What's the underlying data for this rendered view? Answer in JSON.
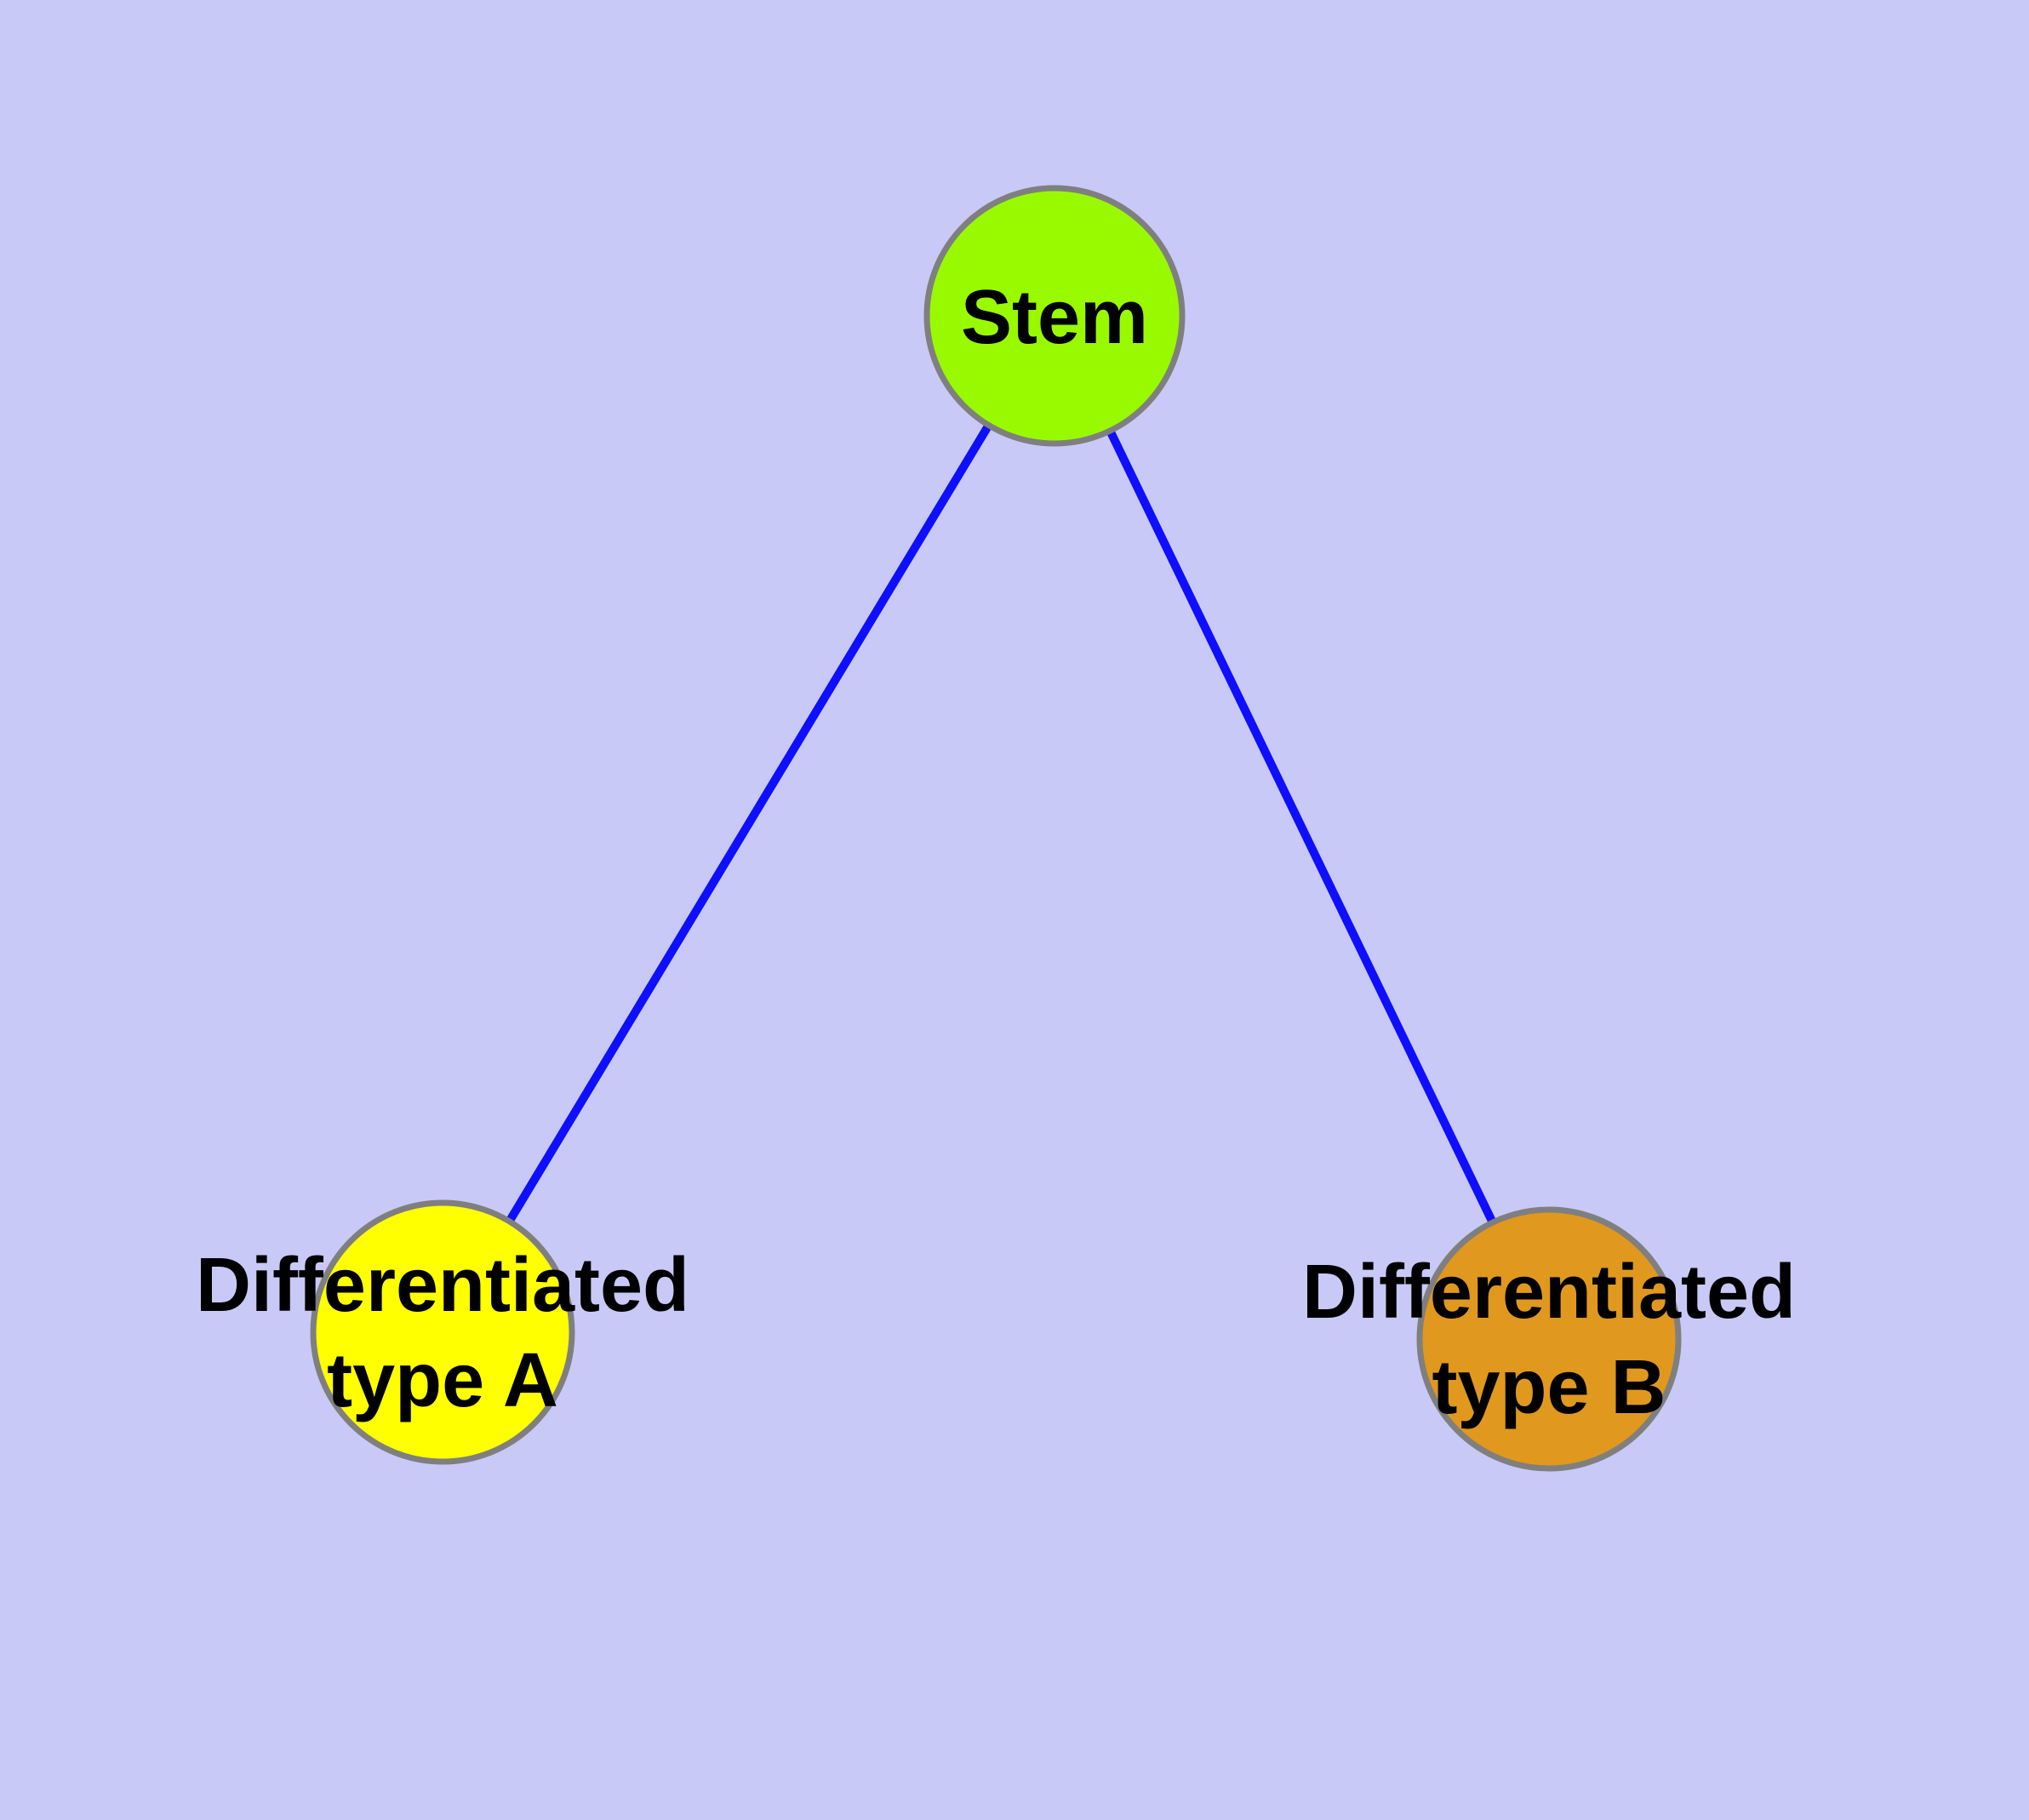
{
  "diagram": {
    "title": "",
    "background_color": "#c9c9f7",
    "edge_color": "#0f0fff",
    "node_border_color": "#7f7f7f",
    "text_color": "#000000",
    "nodes": {
      "stem": {
        "label": "Stem",
        "fill": "#99fa00"
      },
      "type_a": {
        "label_line1": "Differentiated",
        "label_line2": "type A",
        "fill": "#ffff00"
      },
      "type_b": {
        "label_line1": "Differentiated",
        "label_line2": "type B",
        "fill": "#e0981e"
      }
    },
    "edges": [
      {
        "from": "Stem",
        "to": "Differentiated type A"
      },
      {
        "from": "Stem",
        "to": "Differentiated type B"
      }
    ]
  }
}
